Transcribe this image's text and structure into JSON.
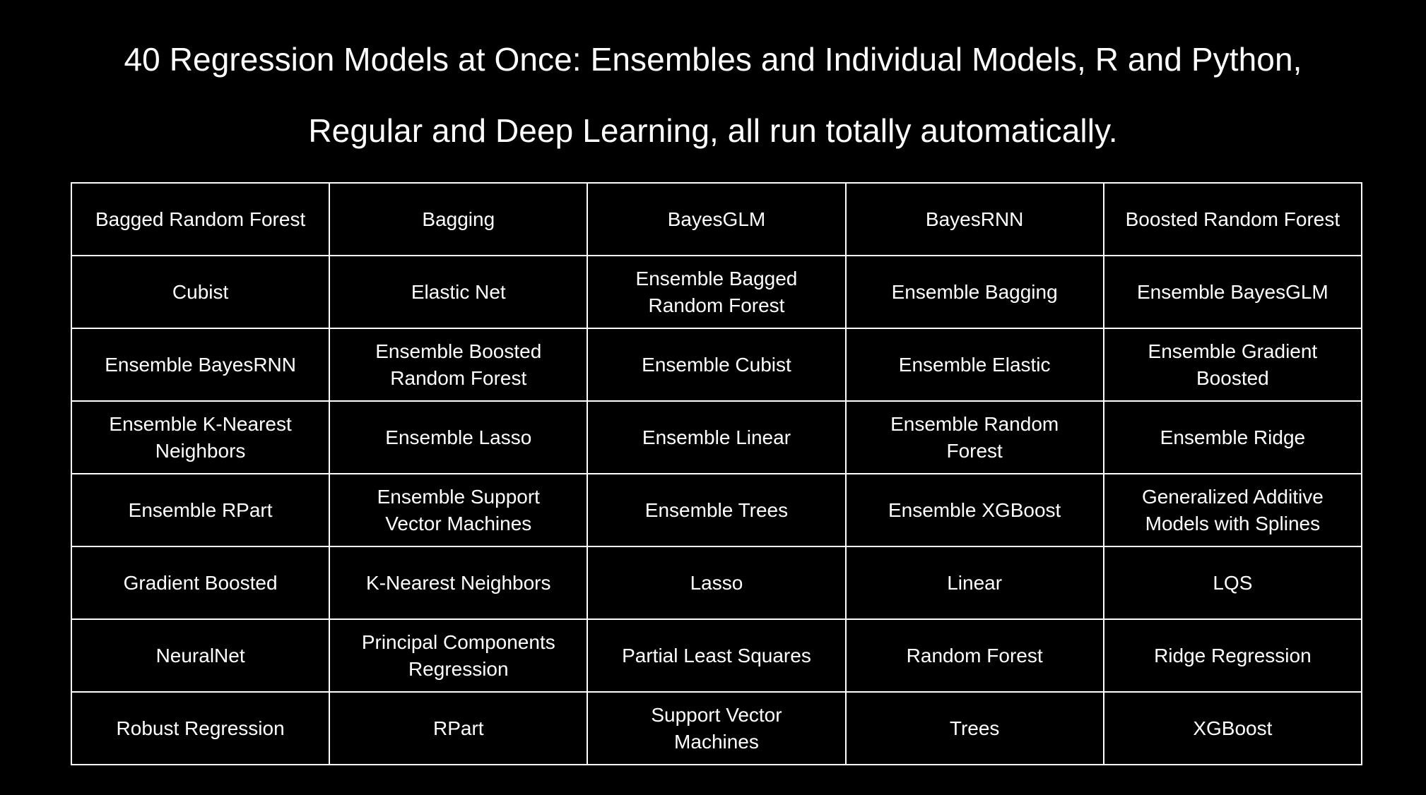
{
  "slide": {
    "background_color": "#000000",
    "text_color": "#ffffff",
    "border_color": "#ffffff"
  },
  "title": {
    "line1": "40 Regression Models at Once: Ensembles and Individual Models, R and Python,",
    "line2": "Regular and Deep Learning, all run totally automatically."
  },
  "table": {
    "columns": 5,
    "rows_count": 8,
    "rows": [
      [
        "Bagged Random Forest",
        "Bagging",
        "BayesGLM",
        "BayesRNN",
        "Boosted Random Forest"
      ],
      [
        "Cubist",
        "Elastic Net",
        "Ensemble Bagged\nRandom Forest",
        "Ensemble Bagging",
        "Ensemble BayesGLM"
      ],
      [
        "Ensemble BayesRNN",
        "Ensemble Boosted\nRandom Forest",
        "Ensemble Cubist",
        "Ensemble Elastic",
        "Ensemble Gradient\nBoosted"
      ],
      [
        "Ensemble K-Nearest\nNeighbors",
        "Ensemble Lasso",
        "Ensemble Linear",
        "Ensemble Random\nForest",
        "Ensemble Ridge"
      ],
      [
        "Ensemble RPart",
        "Ensemble Support\nVector Machines",
        "Ensemble Trees",
        "Ensemble XGBoost",
        "Generalized Additive\nModels with Splines"
      ],
      [
        "Gradient Boosted",
        "K-Nearest Neighbors",
        "Lasso",
        "Linear",
        "LQS"
      ],
      [
        "NeuralNet",
        "Principal Components\nRegression",
        "Partial Least Squares",
        "Random Forest",
        "Ridge Regression"
      ],
      [
        "Robust Regression",
        "RPart",
        "Support Vector\nMachines",
        "Trees",
        "XGBoost"
      ]
    ]
  }
}
